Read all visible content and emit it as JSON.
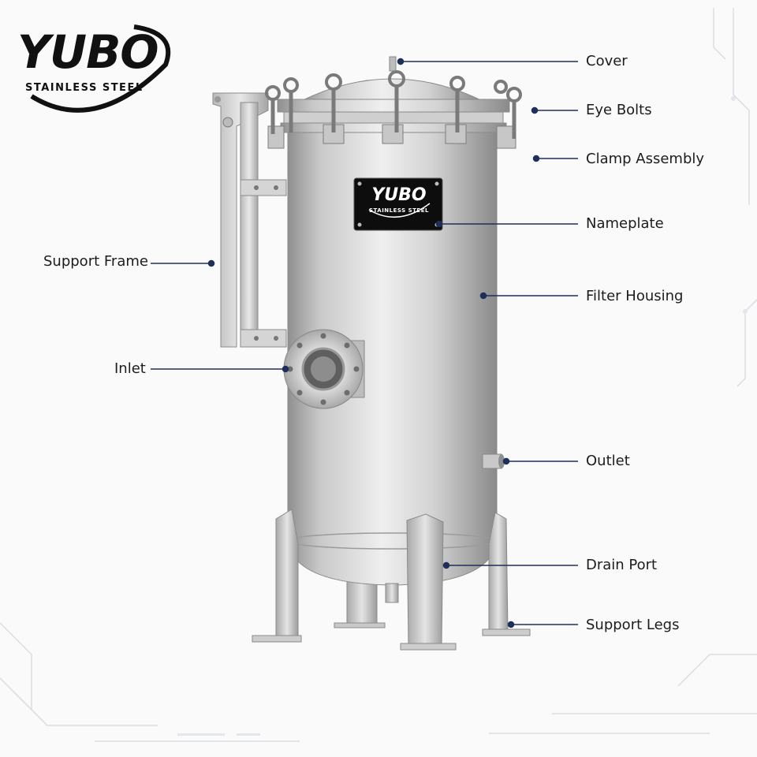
{
  "brand": {
    "logo_text": "YUBO",
    "logo_subtitle": "STAINLESS STEEL",
    "plate_text": "YUBO",
    "plate_subtitle": "STAINLESS STEEL"
  },
  "callouts": {
    "cover": "Cover",
    "eye_bolts": "Eye Bolts",
    "clamp_assembly": "Clamp Assembly",
    "nameplate": "Nameplate",
    "support_frame": "Support Frame",
    "filter_housing": "Filter Housing",
    "inlet": "Inlet",
    "outlet": "Outlet",
    "drain_port": "Drain Port",
    "support_legs": "Support Legs"
  },
  "colors": {
    "leader_line": "#1f2f5a",
    "text": "#1c1c1c",
    "steel_light": "#e6e6e6",
    "steel_dark": "#9a9a9a",
    "plate": "#0d0d0d"
  }
}
